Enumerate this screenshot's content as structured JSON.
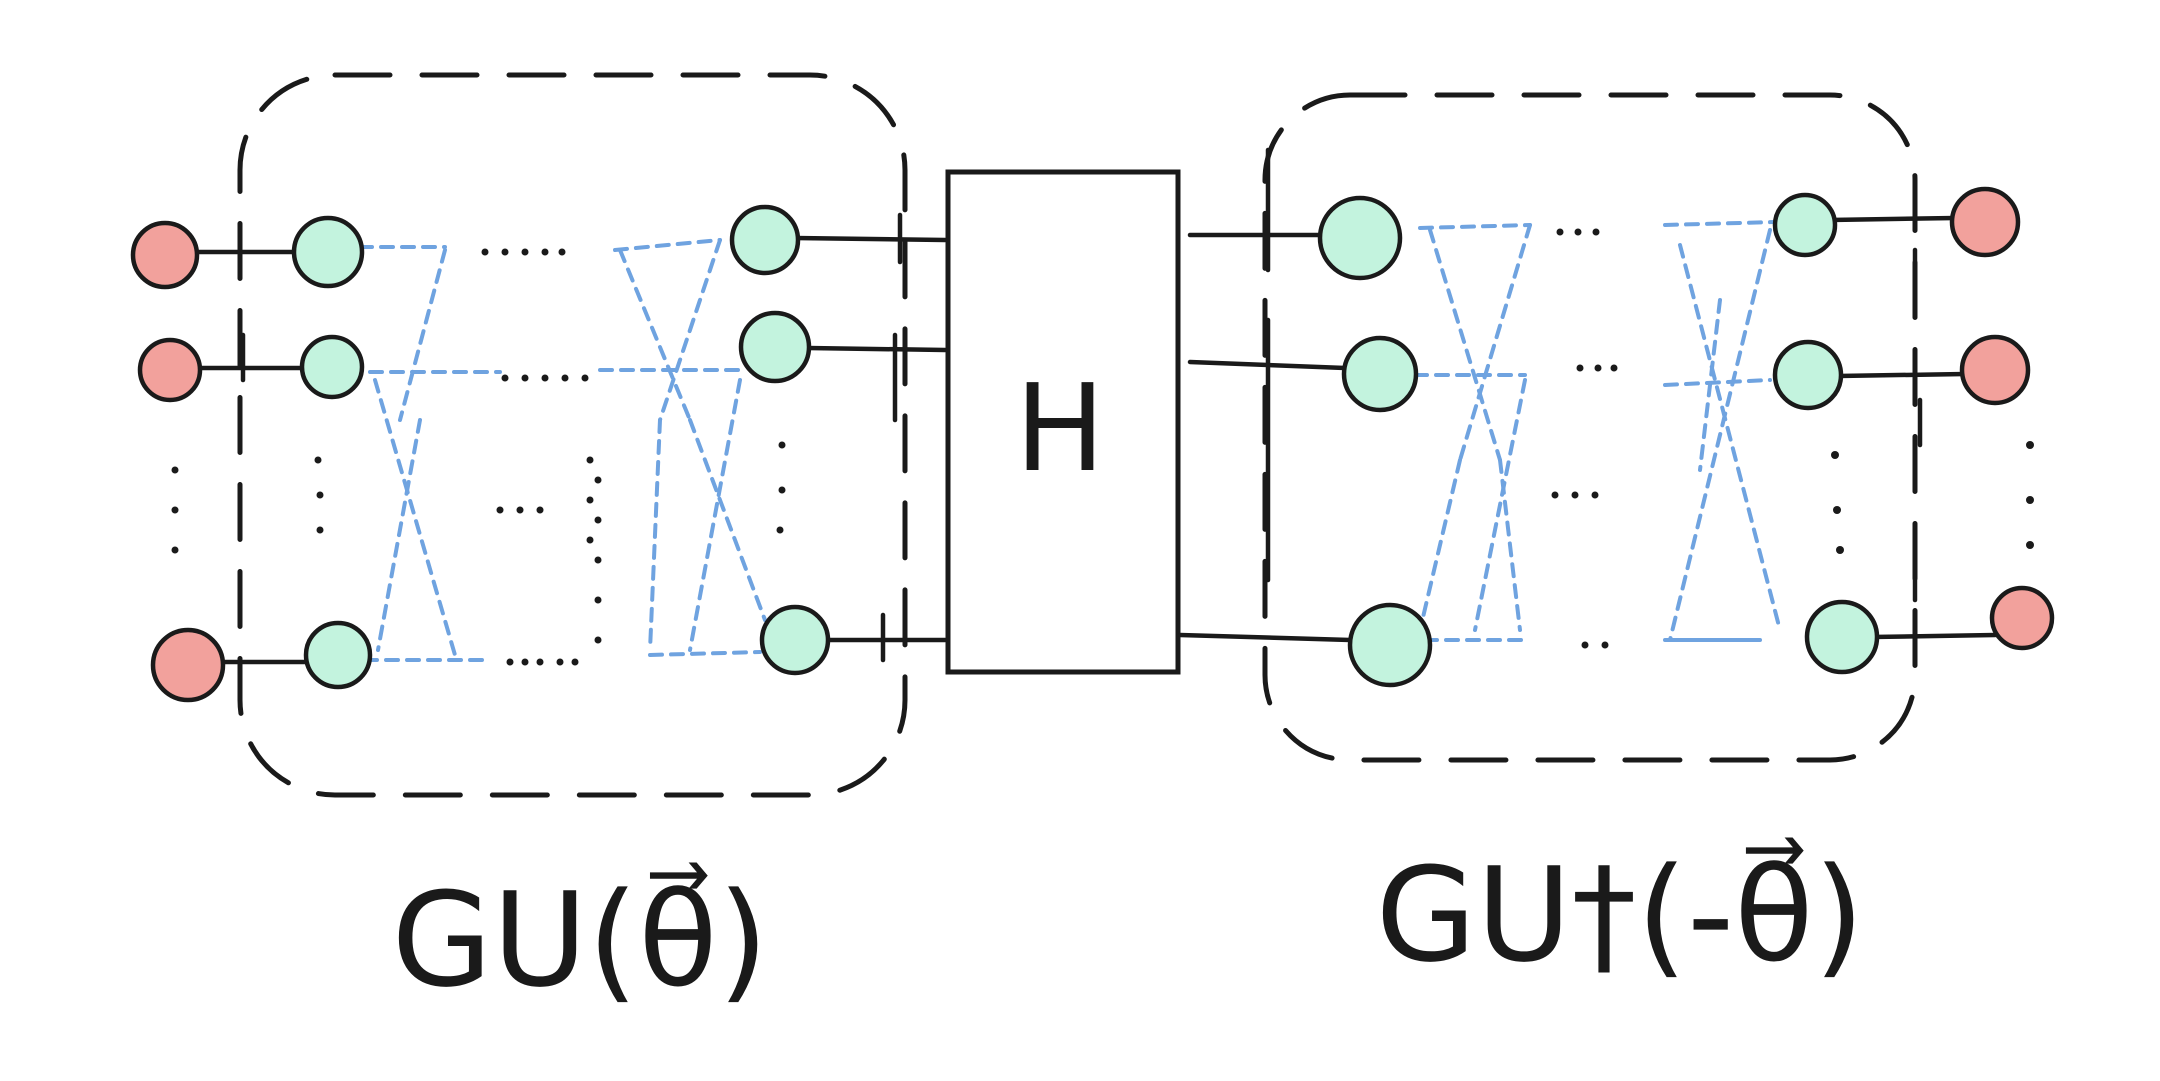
{
  "circuit": {
    "left_block_label": "GU(θ⃗)",
    "right_block_label": "GU†(-θ⃗)",
    "middle_gate_label": "H"
  },
  "colors": {
    "input_node": "#f2a19c",
    "gate_node": "#c3f3de",
    "connection_lines": "#6fa3e0",
    "ink": "#1a1a1a"
  }
}
